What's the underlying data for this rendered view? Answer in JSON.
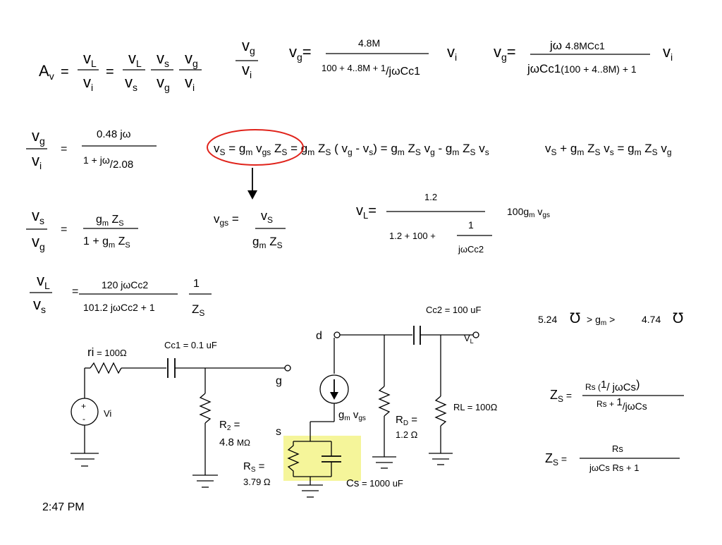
{
  "av": {
    "A": "A",
    "A_sub": "v",
    "eq1": "=",
    "eq2": "=",
    "vL": "v",
    "vL_sub": "L",
    "vi": "v",
    "vi_sub": "i",
    "vs": "v",
    "vs_sub": "s",
    "vg": "v",
    "vg_sub": "g"
  },
  "vgvi": {
    "num": "v",
    "num_sub": "g",
    "den": "v",
    "den_sub": "i"
  },
  "vg1": {
    "lhs": "v",
    "lhs_sub": "g",
    "eq": "=",
    "num": "4.8M",
    "den_a": "100 + 4..8M + 1",
    "den_b": "/jωCc1",
    "vi": "v",
    "vi_sub": "i"
  },
  "vg2": {
    "lhs": "v",
    "lhs_sub": "g",
    "eq": "=",
    "num_a": "jω ",
    "num_b": "4.8MCc1",
    "den_a": "jωCc1",
    "den_b": "(100 + 4..8M) + 1",
    "vi": "v",
    "vi_sub": "i"
  },
  "ratio1": {
    "num": "v",
    "num_sub": "g",
    "den": "v",
    "den_sub": "i",
    "eq": "=",
    "rnum": "0.48 jω",
    "rden_a": "1 + jω",
    "rden_b": "/2.08"
  },
  "long_eq": {
    "p1": "v",
    "p1s": "S",
    "p2": " = g",
    "p2s": "m",
    "p3": " v",
    "p3s": "gs",
    "p4": " Z",
    "p4s": "S",
    "p5": " = g",
    "p5s": "m",
    "p6": " Z",
    "p6s": "S",
    "p7": " ( v",
    "p7s": "g",
    "p8": " - v",
    "p8s": "s",
    "p9": ") = g",
    "p9s": "m",
    "p10": " Z",
    "p10s": "S",
    "p11": " v",
    "p11s": "g",
    "p12": " - g",
    "p12s": "m",
    "p13": " Z",
    "p13s": "S",
    "p14": " v",
    "p14s": "s"
  },
  "long_eq2": {
    "p1": "v",
    "p1s": "S",
    "p2": " + g",
    "p2s": "m",
    "p3": " Z",
    "p3s": "S",
    "p4": " v",
    "p4s": "s",
    "p5": " = g",
    "p5s": "m",
    "p6": " Z",
    "p6s": "S",
    "p7": " v",
    "p7s": "g"
  },
  "ratio2": {
    "num": "v",
    "num_sub": "s",
    "den": "v",
    "den_sub": "g",
    "eq": "=",
    "rnum_a": "g",
    "rnum_as": "m",
    "rnum_b": " Z",
    "rnum_bs": "S",
    "rden_a": "1 + g",
    "rden_as": "m",
    "rden_b": " Z",
    "rden_bs": "S"
  },
  "vgs_eq": {
    "lhs": "v",
    "lhs_sub": "gs",
    "eq": " =",
    "num": "v",
    "num_sub": "S",
    "den_a": "g",
    "den_as": "m",
    "den_b": " Z",
    "den_bs": "S"
  },
  "vL_eq": {
    "lhs": "v",
    "lhs_sub": "L",
    "eq": "=",
    "num": "1.2",
    "den": "1.2 + 100 +",
    "inner_num": "1",
    "inner_den": "jωCc2",
    "tail_a": "100g",
    "tail_as": "m",
    "tail_b": " v",
    "tail_bs": "gs"
  },
  "ratio3": {
    "num": "v",
    "num_sub": "L",
    "den": "v",
    "den_sub": "s",
    "eq": "=",
    "rnum": "120 jωCc2",
    "rden": "101.2 jωCc2 + 1",
    "fnum": "1",
    "fden": "Z",
    "fden_sub": "S"
  },
  "gm_range": {
    "left": "5.24",
    "unit": "℧",
    "mid_a": " > g",
    "mid_as": "m",
    "mid_b": " >",
    "right": "4.74"
  },
  "zs1": {
    "lhs": "Z",
    "lhs_sub": "S",
    "eq": " =",
    "num_a": "Rs (",
    "num_b": "1",
    "num_c": "/ jωCs",
    "num_d": ")",
    "den_a": "Rs + ",
    "den_b": "1",
    "den_c": "/jωCs"
  },
  "zs2": {
    "lhs": "Z",
    "lhs_sub": "S",
    "eq": " =",
    "num": "Rs",
    "den": "jωCs Rs + 1"
  },
  "circuit": {
    "ri": "ri",
    "ri_val": " = 100Ω",
    "cc1": "Cc1 = 0.1 uF",
    "cc2": "Cc2 = 100 uF",
    "node_g": "g",
    "node_d": "d",
    "node_s": "s",
    "vL": "V",
    "vL_sub": "L",
    "src_plus": "+",
    "src_minus": "-",
    "src_label": "Vi",
    "r2": "R",
    "r2_sub": "2",
    "r2_eq": " =",
    "r2_val_a": "4.8 ",
    "r2_val_b": "MΩ",
    "gm": "g",
    "gm_sub": "m",
    "gm_b": " v",
    "gm_bs": "gs",
    "rd": "R",
    "rd_sub": "D",
    "rd_eq": " =",
    "rd_val": "1.2 Ω",
    "rl": "RL = 100Ω",
    "rs": "R",
    "rs_sub": "S",
    "rs_eq": " =",
    "rs_val": "3.79 Ω",
    "cs_a": "Cs",
    "cs_b": " = 1000 uF",
    "highlight_color": "#f5f59a",
    "circle_color": "#e0231b"
  },
  "clock": {
    "time": "2:47 PM"
  }
}
